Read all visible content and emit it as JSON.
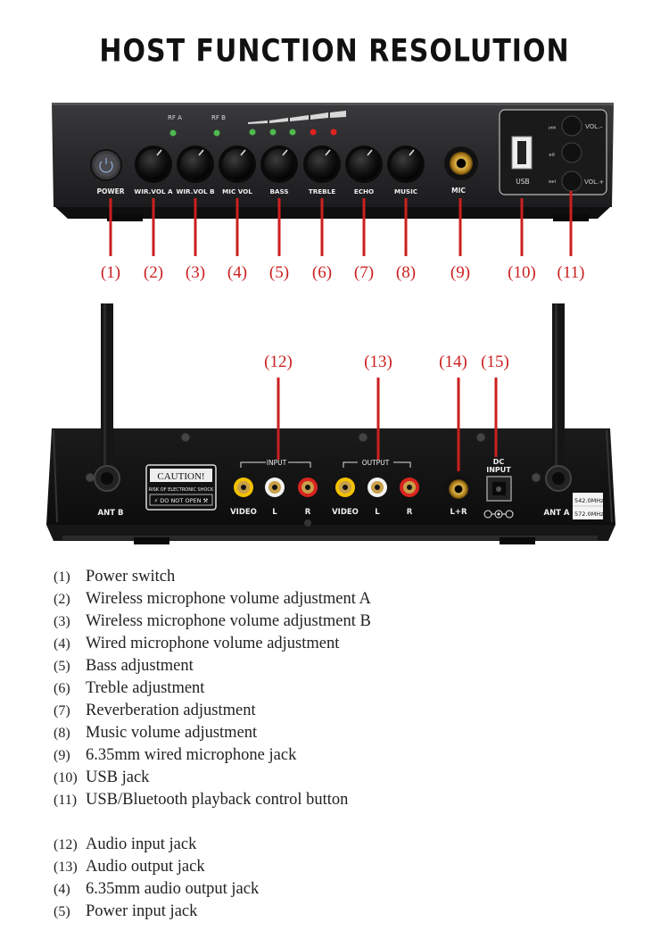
{
  "title": "HOST FUNCTION RESOLUTION",
  "front_panel": {
    "indicators": {
      "rf_a": "RF A",
      "rf_b": "RF B"
    },
    "power_label": "POWER",
    "knobs": [
      {
        "label": "WIR.VOL A"
      },
      {
        "label": "WIR.VOL B"
      },
      {
        "label": "MIC VOL"
      },
      {
        "label": "BASS"
      },
      {
        "label": "TREBLE"
      },
      {
        "label": "ECHO"
      },
      {
        "label": "MUSIC"
      }
    ],
    "mic_label": "MIC",
    "usb_label": "USB",
    "vol_minus": "VOL.–",
    "vol_plus": "VOL.+"
  },
  "front_callouts": [
    "(1)",
    "(2)",
    "(3)",
    "(4)",
    "(5)",
    "(6)",
    "(7)",
    "(8)",
    "(9)",
    "(10)",
    "(11)"
  ],
  "back_callouts": [
    "(12)",
    "(13)",
    "(14)",
    "(15)"
  ],
  "back_panel": {
    "ant_b": "ANT B",
    "ant_a": "ANT A",
    "caution_title": "CAUTION!",
    "caution_line1": "RISK OF ELECTRONIC SHOCK",
    "caution_line2": "⚡ DO NOT OPEN ⚒",
    "input_label": "INPUT",
    "output_label": "OUTPUT",
    "video": "VIDEO",
    "l": "L",
    "r": "R",
    "lr": "L+R",
    "dc_line1": "DC",
    "dc_line2": "INPUT",
    "freq1": "542.0MHz",
    "freq2": "572.0MHz"
  },
  "legend": [
    {
      "num": "(1)",
      "text": "Power switch"
    },
    {
      "num": "(2)",
      "text": "Wireless microphone volume adjustment A"
    },
    {
      "num": "(3)",
      "text": "Wireless microphone volume adjustment B"
    },
    {
      "num": "(4)",
      "text": "Wired microphone volume adjustment"
    },
    {
      "num": "(5)",
      "text": "Bass adjustment"
    },
    {
      "num": "(6)",
      "text": "Treble adjustment"
    },
    {
      "num": "(7)",
      "text": "Reverberation adjustment"
    },
    {
      "num": "(8)",
      "text": "Music volume adjustment"
    },
    {
      "num": "(9)",
      "text": "6.35mm wired microphone jack"
    },
    {
      "num": "(10)",
      "text": "USB jack"
    },
    {
      "num": "(11)",
      "text": "USB/Bluetooth playback control button"
    },
    {
      "num": "(12)",
      "text": "Audio input jack"
    },
    {
      "num": "(13)",
      "text": "Audio output jack"
    },
    {
      "num": "(4)",
      "text": "6.35mm audio output jack"
    },
    {
      "num": "(5)",
      "text": "Power input jack"
    }
  ]
}
